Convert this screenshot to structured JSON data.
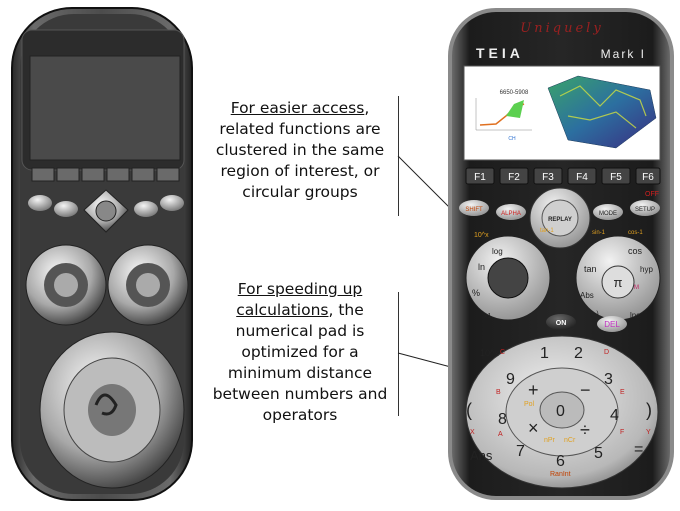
{
  "callouts": {
    "top": {
      "heading": "For easier access",
      "heading_suffix": ",",
      "body": "related functions are clustered in the same region of interest, or circular groups"
    },
    "bottom": {
      "heading": "For speeding up calculations",
      "heading_suffix": ", the",
      "body": "numerical pad is optimized for a minimum distance between numbers and operators"
    }
  },
  "calculator": {
    "brand_script": "Uniquely",
    "brand": "TEIA",
    "model": "Mark I",
    "screen_chart_label": "6650-5908",
    "screen_legend": "CH",
    "fkeys": [
      "F1",
      "F2",
      "F3",
      "F4",
      "F5",
      "F6"
    ],
    "off_label": "OFF",
    "keys": {
      "shift": "SHIFT",
      "alpha": "ALPHA",
      "replay": "REPLAY",
      "mode": "MODE",
      "setup": "SETUP",
      "on": "ON",
      "del": "DEL",
      "ans": "Ans",
      "equals": "=",
      "tenx": "10^x",
      "tan_inv": "tan-1",
      "sin_inv": "sin-1",
      "cos_inv": "cos-1",
      "ln": "ln",
      "log": "log",
      "tan": "tan",
      "cos": "cos",
      "hyp": "hyp",
      "abs": "Abs",
      "percent": "%",
      "pi": "π",
      "lns": "lns",
      "neg": "(−)",
      "x1": "x1",
      "pol": "Pol",
      "npr": "nPr",
      "ncr": "nCr",
      "ranint": "RanInt",
      "d_label": "D",
      "c_label": "C",
      "b_label": "B",
      "e_label": "E",
      "a_label": "A",
      "f_label": "F",
      "x_label": "X",
      "y_label": "Y",
      "m_label": "M",
      "digits": [
        "0",
        "1",
        "2",
        "3",
        "4",
        "5",
        "6",
        "7",
        "8",
        "9"
      ],
      "plus": "+",
      "minus": "−",
      "times": "×",
      "divide": "÷",
      "lparen": "(",
      "rparen": ")"
    }
  }
}
